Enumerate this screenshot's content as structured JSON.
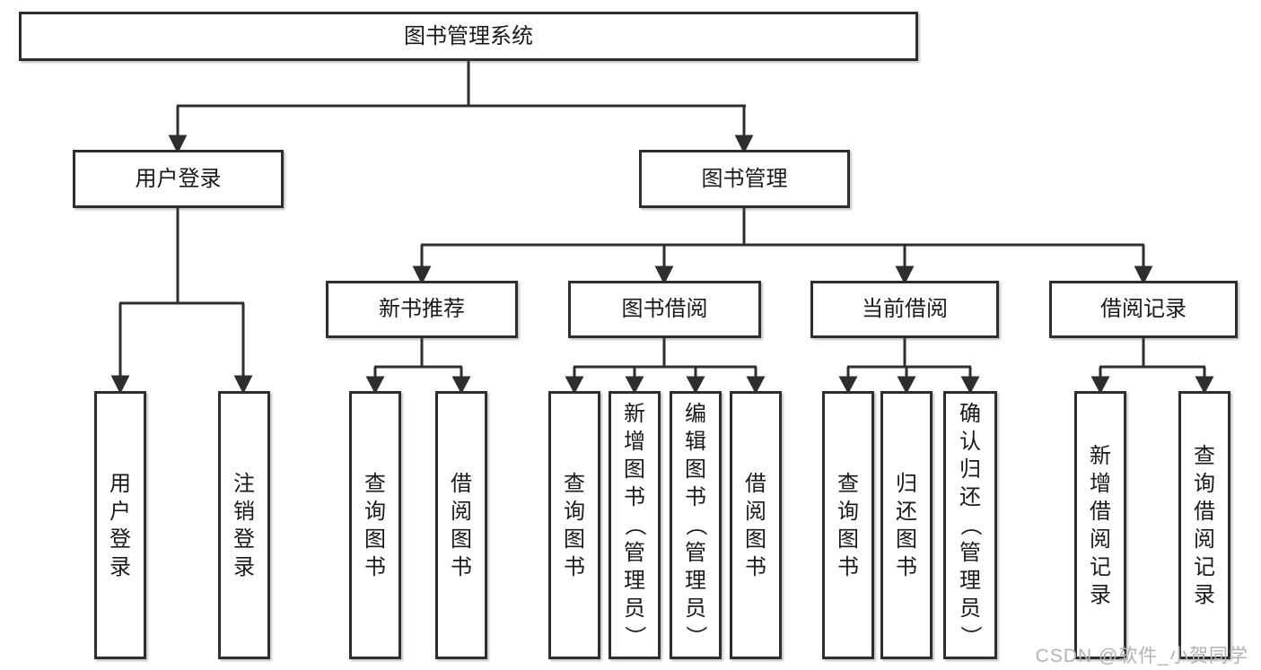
{
  "root": {
    "label": "图书管理系统"
  },
  "branches": [
    {
      "label": "用户登录",
      "leaves": [
        "用户登录",
        "注销登录"
      ]
    },
    {
      "label": "图书管理",
      "groups": [
        {
          "label": "新书推荐",
          "leaves": [
            "查询图书",
            "借阅图书"
          ]
        },
        {
          "label": "图书借阅",
          "leaves": [
            "查询图书",
            "新增图书（管理员）",
            "编辑图书（管理员）",
            "借阅图书"
          ]
        },
        {
          "label": "当前借阅",
          "leaves": [
            "查询图书",
            "归还图书",
            "确认归还（管理员）"
          ]
        },
        {
          "label": "借阅记录",
          "leaves": [
            "新增借阅记录",
            "查询借阅记录"
          ]
        }
      ]
    }
  ],
  "watermark": {
    "text": "CSDN @软件_小贺同学"
  },
  "colors": {
    "line": "#2e2e2e",
    "text": "#1a1a1a",
    "watermark": "#b5b2af",
    "background": "#ffffff"
  }
}
